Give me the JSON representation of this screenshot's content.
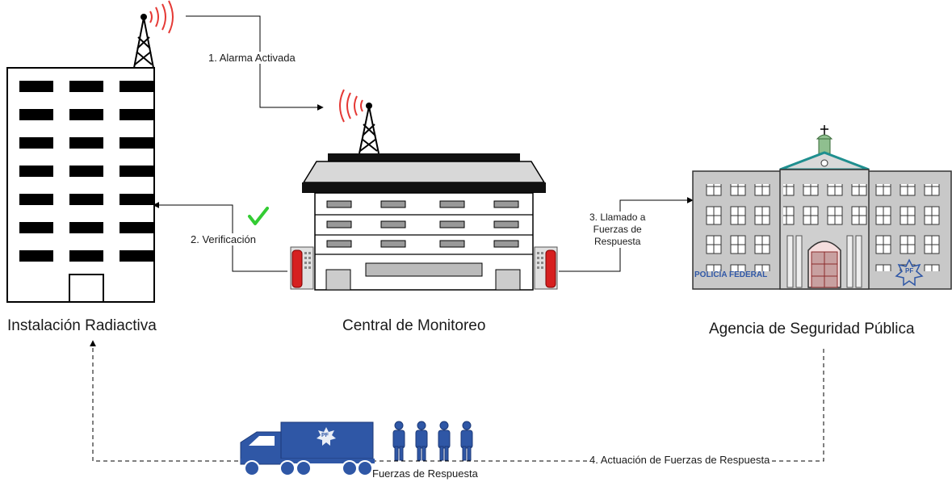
{
  "nodes": {
    "facility": "Instalación Radiactiva",
    "monitoring": "Central de Monitoreo",
    "agency": "Agencia de Seguridad Pública",
    "forces": "Fuerzas de Respuesta"
  },
  "steps": {
    "alarm": "1. Alarma Activada",
    "verification": "2. Verificación",
    "call": "3. Llamado a\nFuerzas de\nRespuesta",
    "action": "4. Actuación de Fuerzas de Respuesta"
  },
  "badges": {
    "police": "POLICÍA FEDERAL",
    "pf_star": "PF"
  },
  "colors": {
    "alarm_waves": "#e53935",
    "check": "#33cc33",
    "police_blue": "#2f57a6",
    "phone_red": "#d62020"
  }
}
